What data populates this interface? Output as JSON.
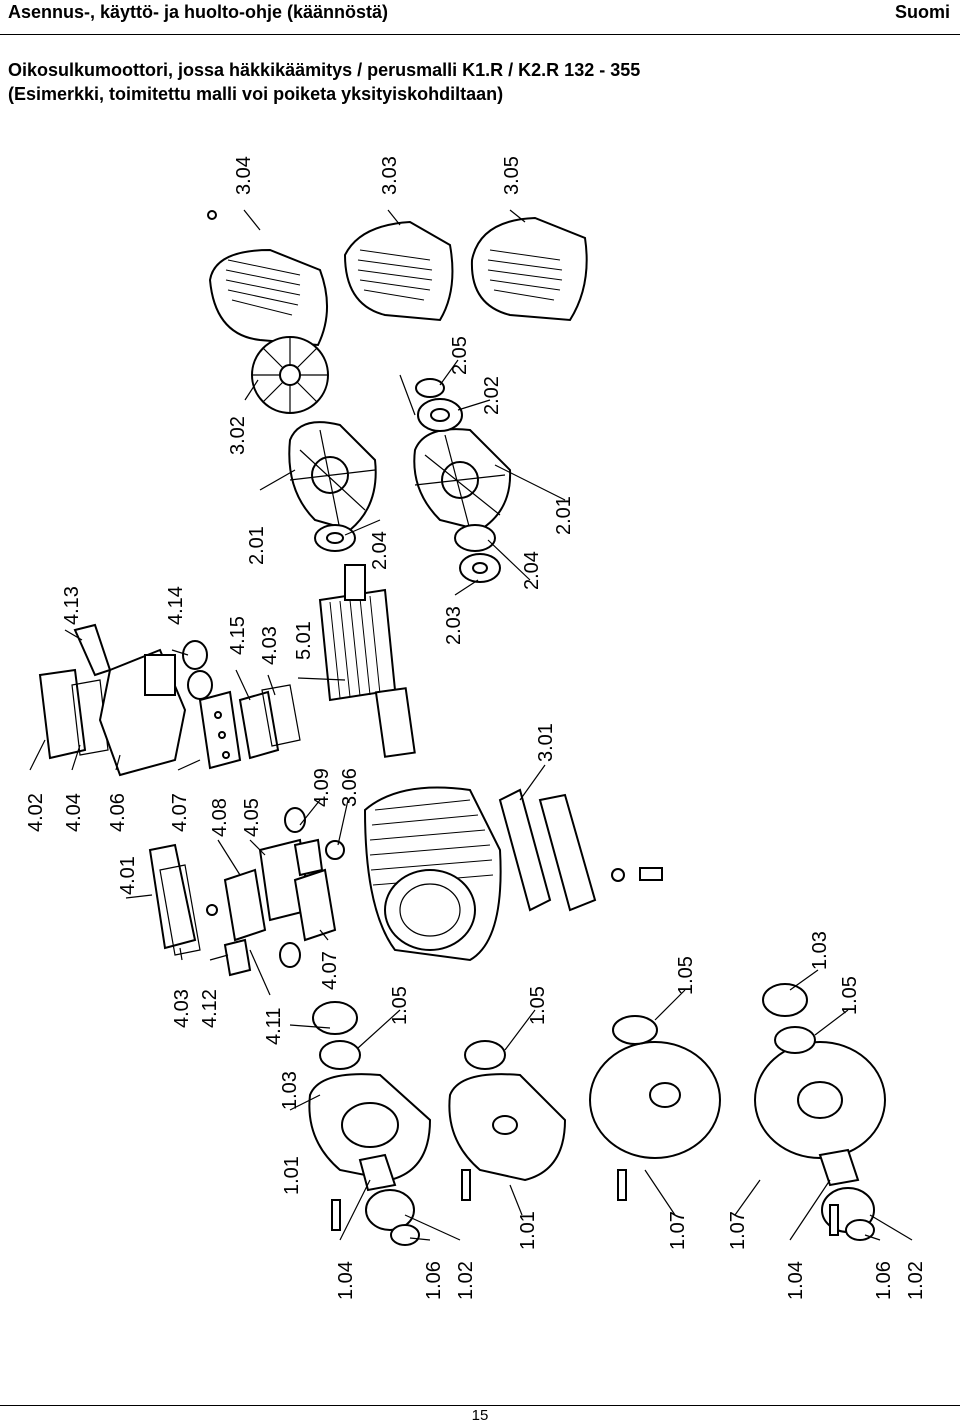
{
  "header": {
    "left": "Asennus-, käyttö- ja huolto-ohje (käännöstä)",
    "right": "Suomi"
  },
  "title": {
    "line1": "Oikosulkumoottori, jossa häkkikäämitys / perusmalli K1.R / K2.R 132 - 355",
    "line2": "(Esimerkki, toimitettu malli voi poiketa yksityiskohdiltaan)"
  },
  "labels": {
    "l304": "3.04",
    "l303": "3.03",
    "l305": "3.05",
    "l302": "3.02",
    "l205": "2.05",
    "l202": "2.02",
    "l201a": "2.01",
    "l204a": "2.04",
    "l201b": "2.01",
    "l204b": "2.04",
    "l203": "2.03",
    "l413": "4.13",
    "l414": "4.14",
    "l415": "4.15",
    "l403a": "4.03",
    "l501": "5.01",
    "l402": "4.02",
    "l404": "4.04",
    "l406": "4.06",
    "l407a": "4.07",
    "l408": "4.08",
    "l405": "4.05",
    "l409": "4.09",
    "l306": "3.06",
    "l301": "3.01",
    "l401": "4.01",
    "l407b": "4.07",
    "l403b": "4.03",
    "l412": "4.12",
    "l411": "4.11",
    "l105a": "1.05",
    "l105b": "1.05",
    "l105c": "1.05",
    "l103a": "1.03",
    "l103b": "1.03",
    "l105d": "1.05",
    "l101a": "1.01",
    "l101b": "1.01",
    "l107a": "1.07",
    "l107b": "1.07",
    "l104a": "1.04",
    "l106a": "1.06",
    "l102a": "1.02",
    "l104b": "1.04",
    "l106b": "1.06",
    "l102b": "1.02"
  },
  "footer": {
    "page_number": "15"
  }
}
